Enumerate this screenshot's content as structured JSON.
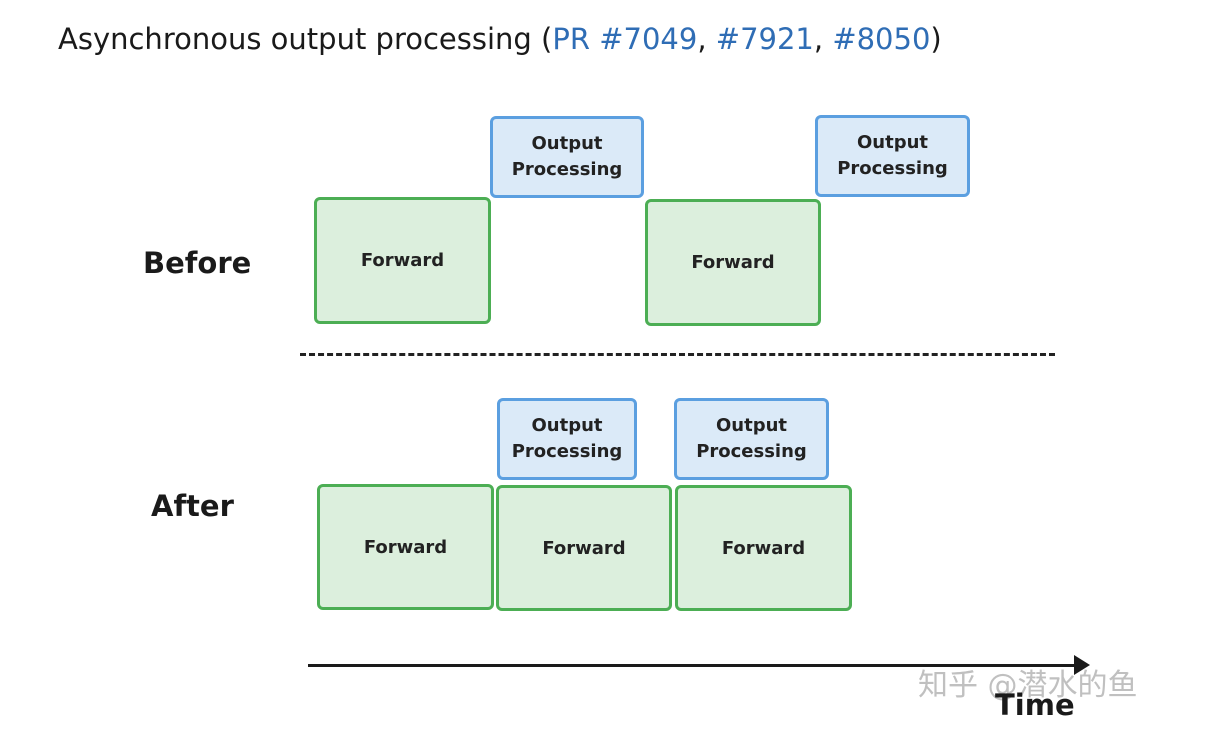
{
  "title": {
    "text": "Asynchronous output processing (",
    "links": [
      "PR #7049",
      "#7921",
      "#8050"
    ],
    "sep1": ", ",
    "sep2": ", ",
    "close": ")"
  },
  "rows": {
    "before": "Before",
    "after": "After"
  },
  "labels": {
    "forward": "Forward",
    "output_line1": "Output",
    "output_line2": "Processing"
  },
  "axis": {
    "label": "Time"
  },
  "watermark": "知乎 @潜水的鱼",
  "colors": {
    "forward_fill": "#dcefdd",
    "forward_border": "#4cae54",
    "output_fill": "#dbeaf8",
    "output_border": "#5b9fe0",
    "link": "#2f6db5"
  }
}
